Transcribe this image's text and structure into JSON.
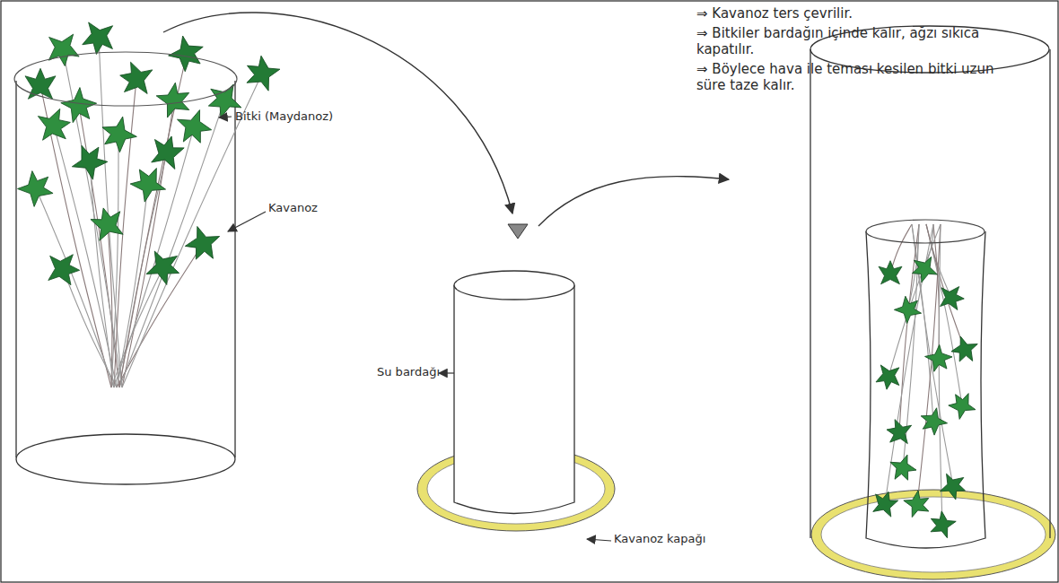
{
  "diagram": {
    "labels": [
      "Bitki (Maydanoz)",
      "Kavanoz",
      "Su bardağı",
      "Kavanoz kapağı",
      "⇒ Kavanoz ters çevrilir.",
      "⇒ Bitkiler bardağın içinde kalır, ağzı sıkıca kapatılır.",
      "⇒ Böylece hava ile teması kesilen bitki uzun süre taze kalır."
    ]
  }
}
